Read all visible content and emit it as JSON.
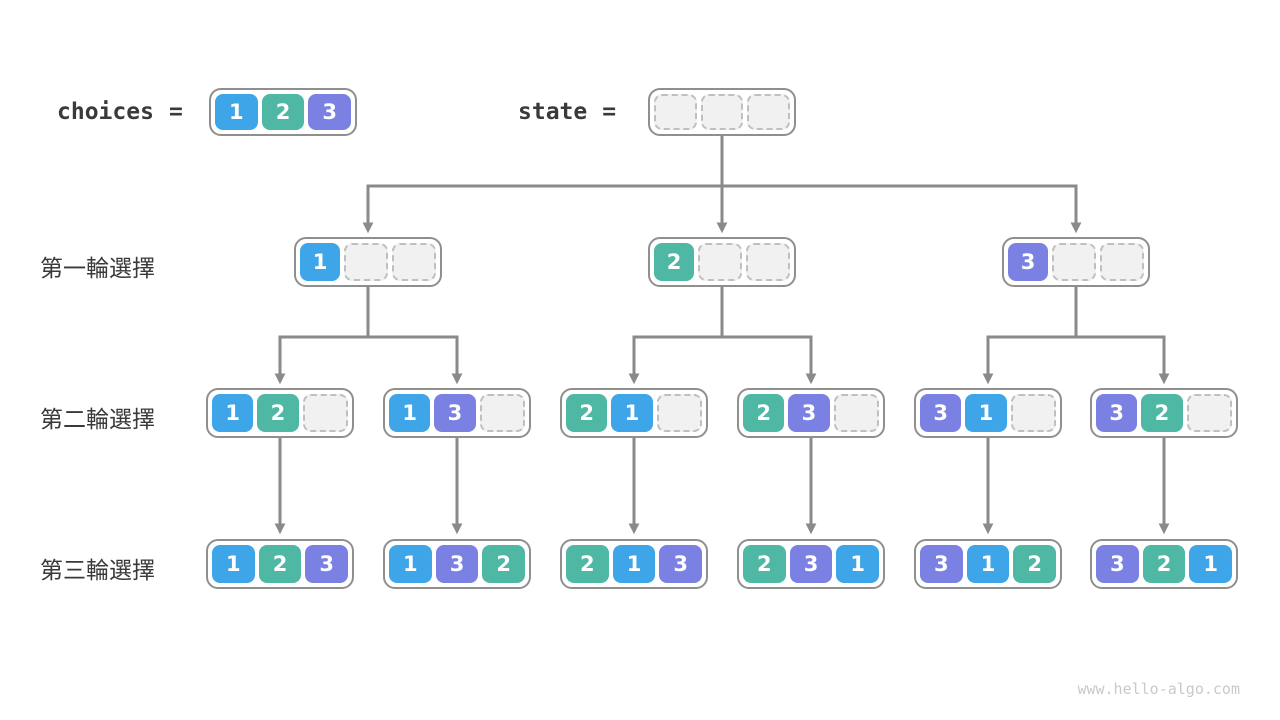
{
  "header": {
    "choices_label": "choices",
    "state_label": "state",
    "equals": "=",
    "choices_cells": [
      "1",
      "2",
      "3"
    ],
    "state_cells": [
      "",
      "",
      ""
    ]
  },
  "rows": [
    {
      "label": "第一輪選擇",
      "boxes": [
        {
          "cells": [
            "1",
            "",
            ""
          ]
        },
        {
          "cells": [
            "2",
            "",
            ""
          ]
        },
        {
          "cells": [
            "3",
            "",
            ""
          ]
        }
      ]
    },
    {
      "label": "第二輪選擇",
      "boxes": [
        {
          "cells": [
            "1",
            "2",
            ""
          ]
        },
        {
          "cells": [
            "1",
            "3",
            ""
          ]
        },
        {
          "cells": [
            "2",
            "1",
            ""
          ]
        },
        {
          "cells": [
            "2",
            "3",
            ""
          ]
        },
        {
          "cells": [
            "3",
            "1",
            ""
          ]
        },
        {
          "cells": [
            "3",
            "2",
            ""
          ]
        }
      ]
    },
    {
      "label": "第三輪選擇",
      "boxes": [
        {
          "cells": [
            "1",
            "2",
            "3"
          ]
        },
        {
          "cells": [
            "1",
            "3",
            "2"
          ]
        },
        {
          "cells": [
            "2",
            "1",
            "3"
          ]
        },
        {
          "cells": [
            "2",
            "3",
            "1"
          ]
        },
        {
          "cells": [
            "3",
            "1",
            "2"
          ]
        },
        {
          "cells": [
            "3",
            "2",
            "1"
          ]
        }
      ]
    }
  ],
  "watermark": "www.hello-algo.com",
  "colors": {
    "1": "#3EA5E8",
    "2": "#4EB8A5",
    "3": "#7A81E2",
    "empty_fill": "#F1F1F1",
    "box_border": "#8F8F8F",
    "arrow": "#8A8A8A",
    "text": "#3A3A3A",
    "watermark": "#C9C9C9"
  }
}
